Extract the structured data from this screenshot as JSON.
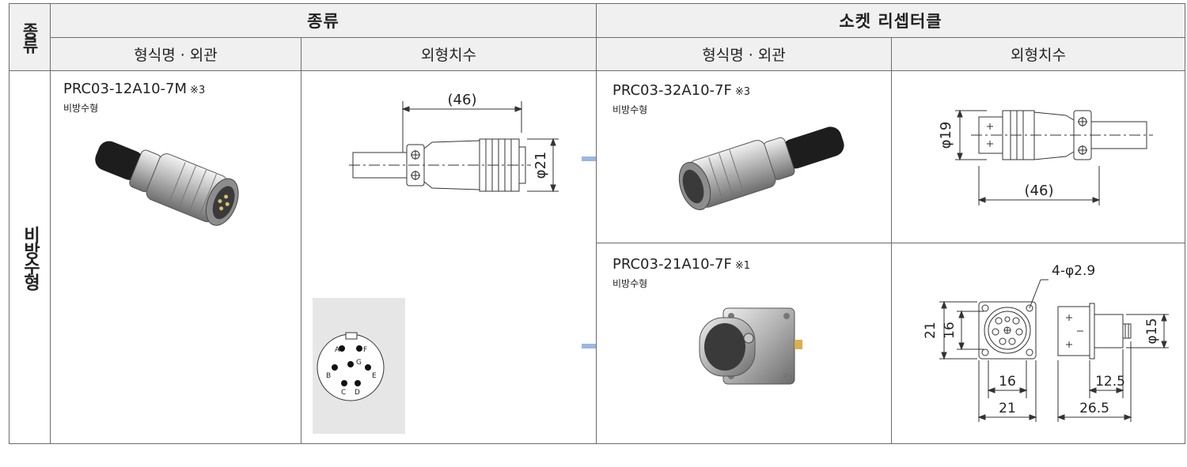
{
  "header": {
    "side_label": "종류",
    "plug_group": "종류",
    "socket_group": "소켓 리셉터클",
    "plug_col1": "형식명 · 외관",
    "plug_col2": "외형치수",
    "socket_col1": "형식명 · 외관",
    "socket_col2": "외형치수"
  },
  "row": {
    "side_label": "비방수형"
  },
  "plug": {
    "model": "PRC03-12A10-7M",
    "note": "※3",
    "type": "비방수형",
    "dim_length": "(46)",
    "dim_dia": "φ21",
    "pins": [
      "A",
      "F",
      "G",
      "B",
      "E",
      "C",
      "D"
    ]
  },
  "socket_cable": {
    "model": "PRC03-32A10-7F",
    "note": "※3",
    "type": "비방수형",
    "dim_dia": "φ19",
    "dim_length": "(46)"
  },
  "socket_receptacle": {
    "model": "PRC03-21A10-7F",
    "note": "※1",
    "type": "비방수형",
    "dim_holes": "4-φ2.9",
    "dim_outer_v": "21",
    "dim_inner_v": "16",
    "dim_inner_h": "16",
    "dim_outer_h": "21",
    "dim_dia": "φ15",
    "dim_depth1": "12.5",
    "dim_depth2": "26.5"
  },
  "colors": {
    "header_bg": "#f0f0f0",
    "border": "#6c6c6c",
    "arrow": "#9bb7de",
    "pinbox_bg": "#e6e6e6"
  }
}
